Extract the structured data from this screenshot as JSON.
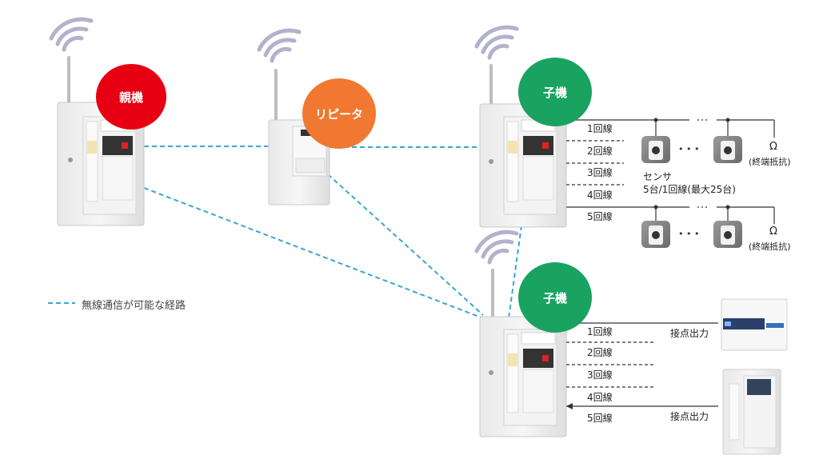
{
  "badges": {
    "parent": {
      "label": "親機",
      "color": "#e60012"
    },
    "repeater": {
      "label": "リピータ",
      "color": "#f07830"
    },
    "child_upper": {
      "label": "子機",
      "color": "#1aa260"
    },
    "child_lower": {
      "label": "子機",
      "color": "#1aa260"
    }
  },
  "legend": {
    "label": "無線通信が可能な経路",
    "line_color": "#3aa6d0"
  },
  "upper_circuits": [
    "1回線",
    "2回線",
    "3回線",
    "4回線",
    "5回線"
  ],
  "lower_circuits": [
    "1回線",
    "2回線",
    "3回線",
    "4回線",
    "5回線"
  ],
  "sensor_note": {
    "line1": "センサ",
    "line2": "5台/1回線(最大25台)"
  },
  "ellipsis": "• • •",
  "terminal": {
    "symbol": "Ω",
    "label": "(終端抵抗)"
  },
  "contact_output": "接点出力",
  "colors": {
    "wireless_path": "#3aa6d0",
    "wave": "#b3b1cc",
    "wire": "#333333"
  }
}
